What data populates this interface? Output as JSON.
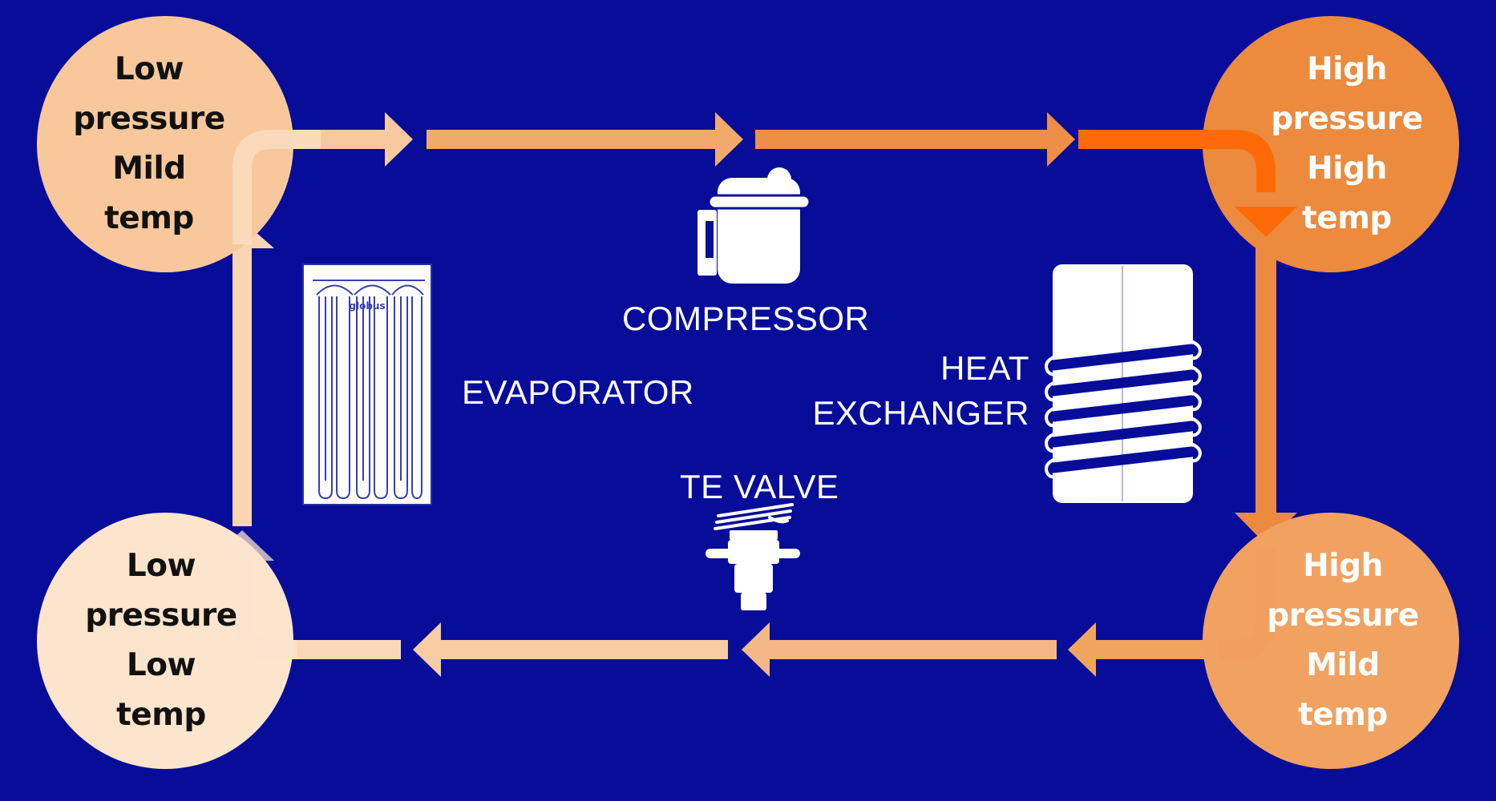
{
  "states": {
    "top_left": {
      "lines": [
        "Low",
        "pressure",
        "Mild",
        "temp"
      ],
      "color": "#f8c89c",
      "text_color": "#111111"
    },
    "top_right": {
      "lines": [
        "High",
        "pressure",
        "High",
        "temp"
      ],
      "color": "#ec8a3d",
      "text_color": "#ffffff"
    },
    "bottom_right": {
      "lines": [
        "High",
        "pressure",
        "Mild",
        "temp"
      ],
      "color": "#f1a160",
      "text_color": "#ffffff"
    },
    "bottom_left": {
      "lines": [
        "Low",
        "pressure",
        "Low",
        "temp"
      ],
      "color": "#fde4cc",
      "text_color": "#111111"
    }
  },
  "components": {
    "compressor": {
      "label": "COMPRESSOR"
    },
    "evaporator": {
      "label": "EVAPORATOR",
      "brand": "globus"
    },
    "heat_exchanger": {
      "lines": [
        "HEAT",
        "EXCHANGER"
      ]
    },
    "te_valve": {
      "label": "TE VALVE"
    }
  },
  "colors": {
    "background": "#070d99",
    "flow_cold": "#f8d2ae",
    "flow_mid": "#f2a867",
    "flow_warm": "#ee8a40",
    "flow_hot": "#ff6a08",
    "icon": "#ffffff"
  }
}
